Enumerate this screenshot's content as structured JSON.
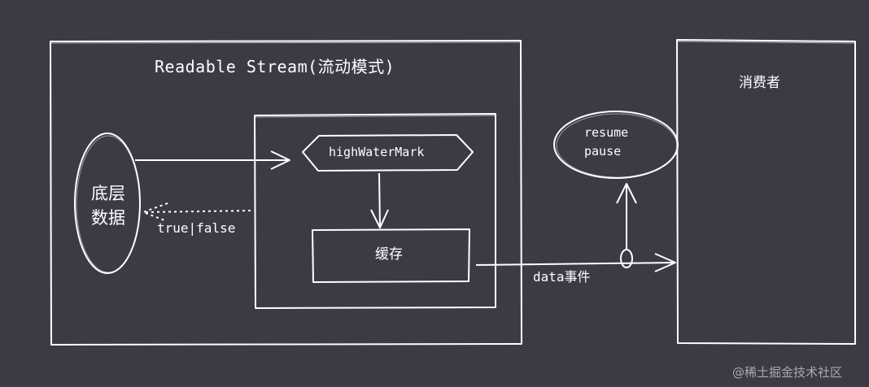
{
  "diagram": {
    "title": "Readable Stream(流动模式)",
    "consumer_label": "消费者",
    "source": {
      "line1": "底层",
      "line2": "数据"
    },
    "high_water_mark_label": "highWaterMark",
    "buffer_label": "缓存",
    "return_label": "true|false",
    "data_event_label": "data事件",
    "control": {
      "resume_label": "resume",
      "pause_label": "pause"
    }
  },
  "watermark": "@稀土掘金技术社区",
  "colors": {
    "background": "#3a3b45",
    "stroke": "#ffffff",
    "watermark": "#a8a9b0"
  }
}
